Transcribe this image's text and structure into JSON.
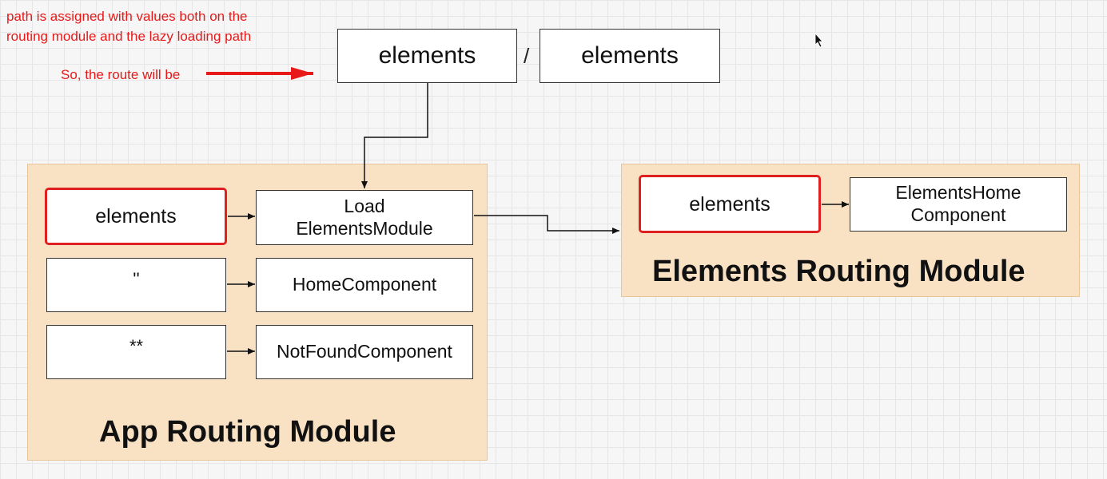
{
  "annotation": {
    "line1": "path is assigned with values both on the",
    "line2": "routing module and the lazy loading path",
    "route_label": "So, the route will be"
  },
  "route": {
    "segment1": "elements",
    "separator": "/",
    "segment2": "elements"
  },
  "app_module": {
    "title": "App Routing Module",
    "rows": [
      {
        "path": "elements",
        "target_line1": "Load",
        "target_line2": "ElementsModule"
      },
      {
        "path": "''",
        "target": "HomeComponent"
      },
      {
        "path": "**",
        "target": "NotFoundComponent"
      }
    ]
  },
  "elements_module": {
    "title": "Elements Routing Module",
    "path": "elements",
    "target_line1": "ElementsHome",
    "target_line2": "Component"
  },
  "colors": {
    "annotation": "#e81919",
    "highlight_border": "#e02020",
    "module_fill": "#f9e2c4",
    "module_border": "#e8c59a"
  }
}
